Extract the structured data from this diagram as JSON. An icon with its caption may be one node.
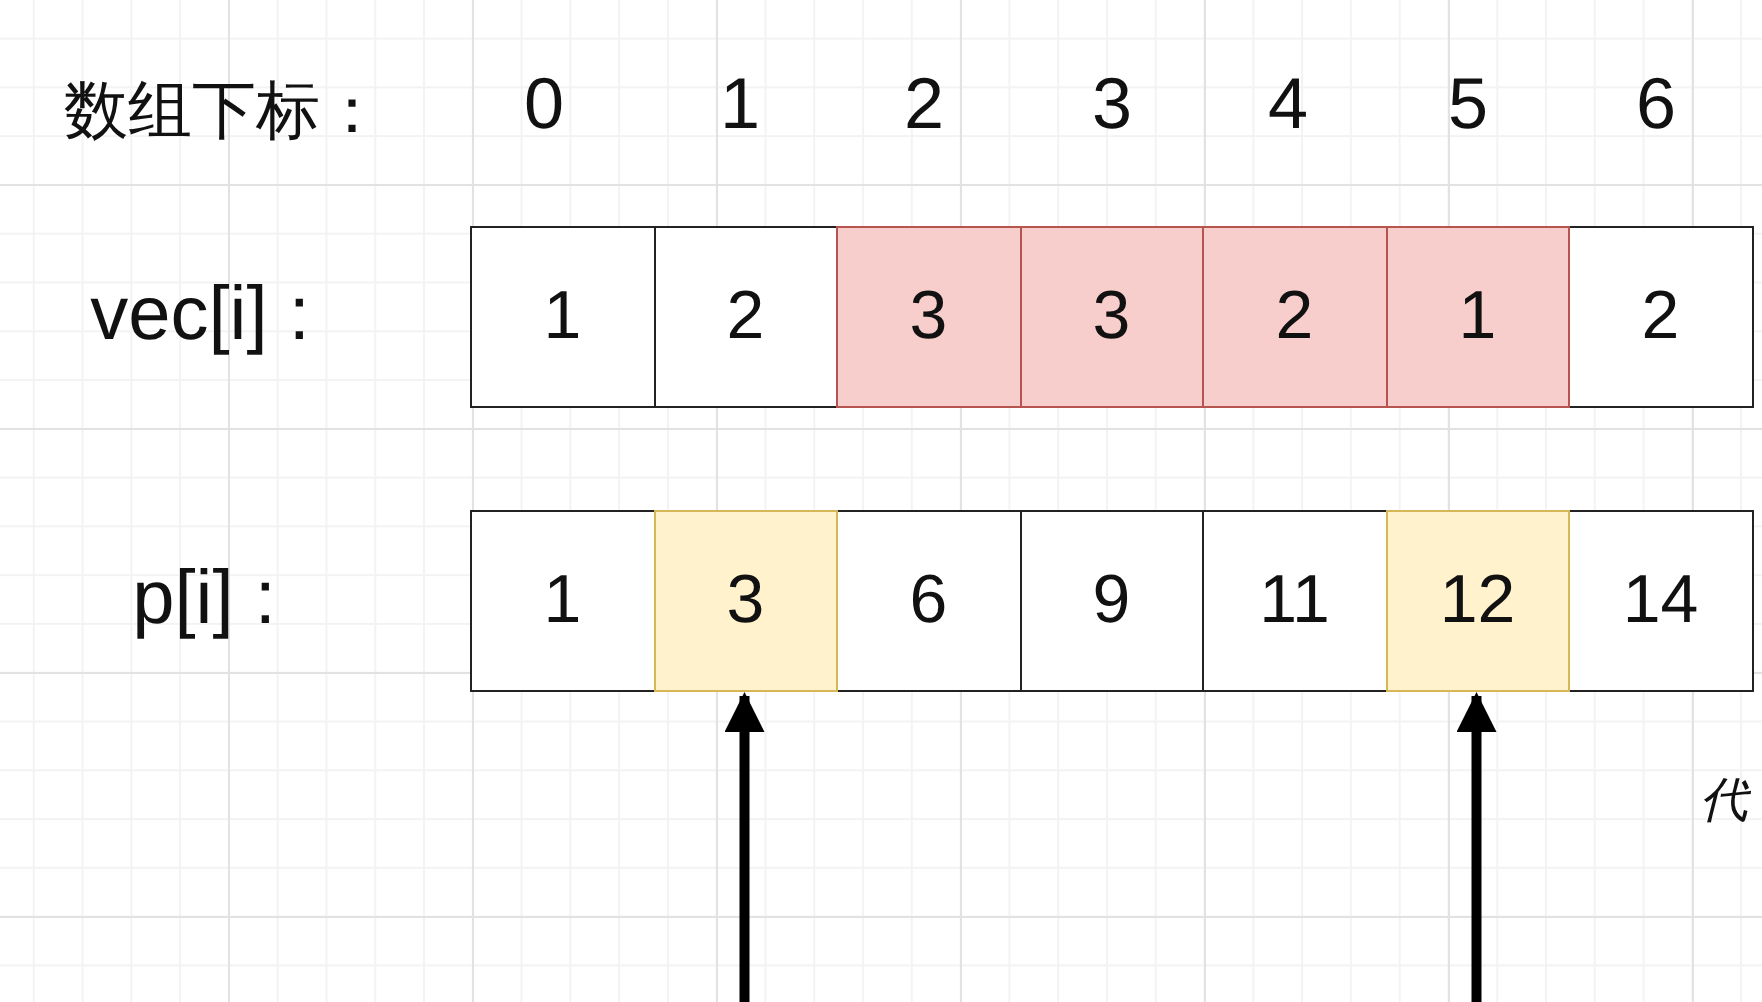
{
  "diagram": {
    "nodes": [
      {
        "text": [
          "1"
        ]
      },
      {
        "text": [
          "2"
        ]
      },
      {
        "text": [
          "3"
        ]
      },
      {
        "text": [
          "3"
        ]
      },
      {
        "text": [
          "2"
        ]
      },
      {
        "text": [
          "1"
        ]
      },
      {
        "text": [
          "2"
        ]
      },
      {
        "text": [
          "1"
        ]
      },
      {
        "text": [
          "3"
        ]
      },
      {
        "text": [
          "6"
        ]
      },
      {
        "text": [
          "9"
        ]
      },
      {
        "text": [
          "11"
        ]
      },
      {
        "text": [
          "12"
        ]
      },
      {
        "text": [
          "14"
        ]
      }
    ],
    "edges": [
      {
        "from": null,
        "to": 8,
        "arrow": "to"
      },
      {
        "from": null,
        "to": 12,
        "arrow": "to"
      }
    ],
    "labels": [
      "数组下标：",
      "0",
      "1",
      "2",
      "3",
      "4",
      "5",
      "6",
      "vec[i] :",
      "p[i] :",
      "代"
    ]
  }
}
